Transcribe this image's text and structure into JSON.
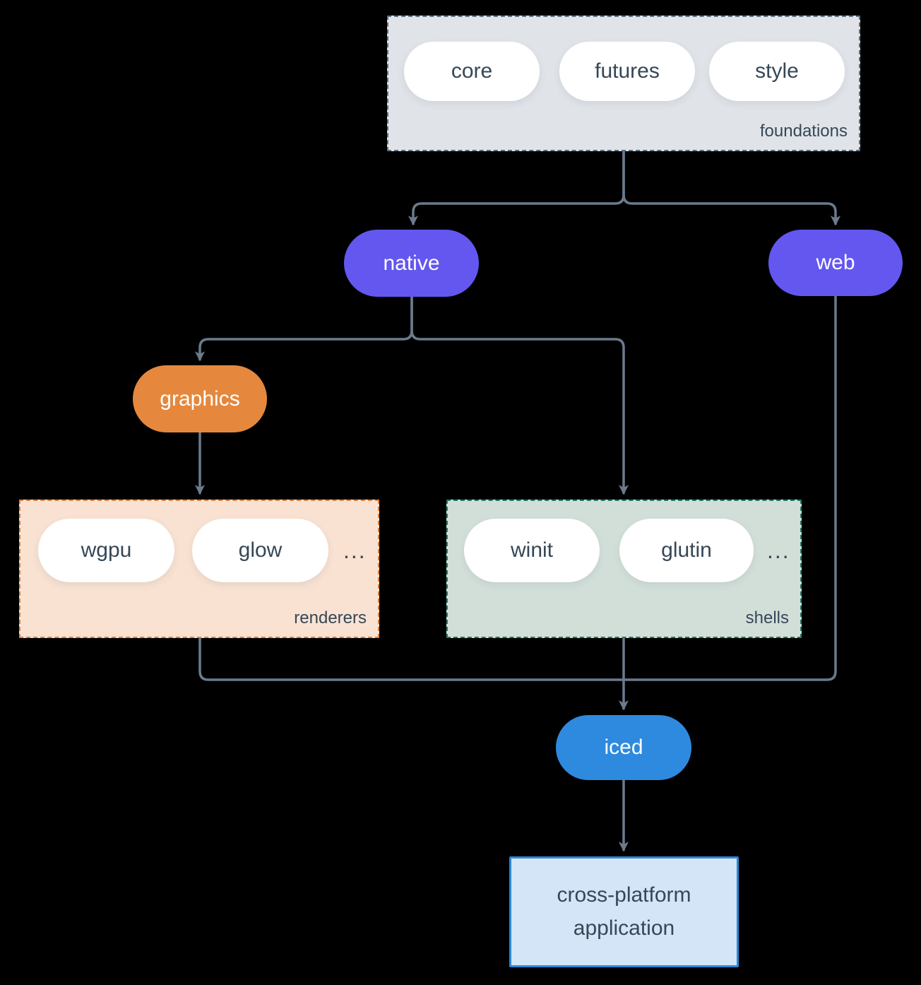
{
  "colors": {
    "background": "#000000",
    "arrow": "#6b7b8c",
    "pill_text": "#364756",
    "pill_bg": "#ffffff",
    "purple": "#6357f0",
    "orange": "#e5883d",
    "blue": "#2e8ade",
    "foundations_bg": "#e0e4e9",
    "foundations_border": "#5f7181",
    "renderers_bg": "#f9e2d2",
    "renderers_border": "#e0813e",
    "shells_bg": "#d2dfd9",
    "shells_border": "#20796b",
    "app_bg": "#d4e5f7",
    "app_border": "#2e86d8",
    "on_dark_text": "#ffffff"
  },
  "foundations": {
    "label": "foundations",
    "pills": [
      "core",
      "futures",
      "style"
    ]
  },
  "native": {
    "label": "native"
  },
  "web": {
    "label": "web"
  },
  "graphics": {
    "label": "graphics"
  },
  "renderers": {
    "label": "renderers",
    "pills": [
      "wgpu",
      "glow"
    ],
    "ellipsis": "..."
  },
  "shells": {
    "label": "shells",
    "pills": [
      "winit",
      "glutin"
    ],
    "ellipsis": "..."
  },
  "iced": {
    "label": "iced"
  },
  "application": {
    "label": "cross-platform application"
  }
}
